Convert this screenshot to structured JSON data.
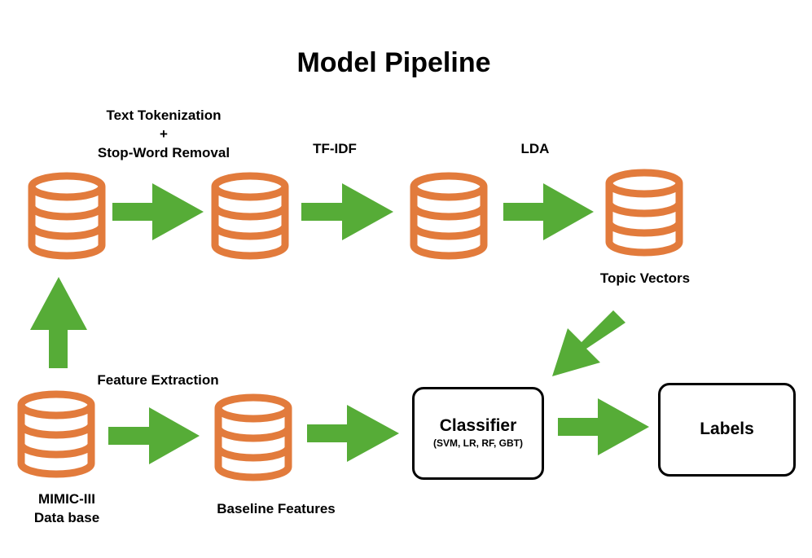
{
  "title": "Model Pipeline",
  "colors": {
    "database": "#E27B3C",
    "arrow": "#56AC37",
    "box_border": "#000000",
    "text": "#000000"
  },
  "labels": {
    "tokenization_line1": "Text Tokenization",
    "tokenization_line2": "+",
    "tokenization_line3": "Stop-Word Removal",
    "tfidf": "TF-IDF",
    "lda": "LDA",
    "topic_vectors": "Topic Vectors",
    "feature_extraction": "Feature Extraction",
    "mimic_line1": "MIMIC-III",
    "mimic_line2": "Data base",
    "baseline_features": "Baseline Features"
  },
  "classifier": {
    "title": "Classifier",
    "subtitle": "(SVM, LR, RF, GBT)"
  },
  "labels_box": {
    "title": "Labels"
  },
  "databases": [
    "raw-text-database-icon",
    "tokenized-text-database-icon",
    "tfidf-database-icon",
    "topic-vectors-database-icon",
    "mimic-database-icon",
    "baseline-features-database-icon"
  ],
  "arrows": [
    "arrow-right-icon",
    "arrow-up-icon",
    "arrow-diagonal-icon"
  ]
}
